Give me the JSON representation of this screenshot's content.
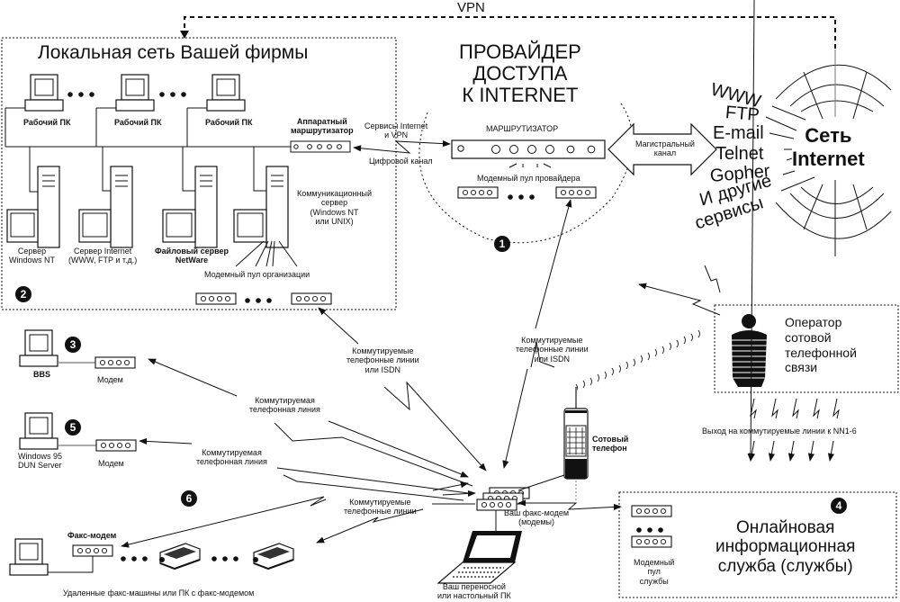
{
  "vpn_label": "VPN",
  "local_network": {
    "title": "Локальная сеть Вашей фирмы",
    "badge": "2",
    "workstations": [
      "Рабочий ПК",
      "Рабочий ПК",
      "Рабочий ПК"
    ],
    "hardware_router": [
      "Аппаратный",
      "маршрутизатор"
    ],
    "servers": [
      {
        "lines": [
          "Сервер",
          "Windows NT"
        ]
      },
      {
        "lines": [
          "Сервер Internet",
          "(WWW, FTP и т.д.)"
        ]
      },
      {
        "lines": [
          "Файловый сервер",
          "NetWare"
        ]
      }
    ],
    "comm_server": [
      "Коммуникационный",
      "сервер",
      "(Windows NT",
      "или UNIX)"
    ],
    "modem_pool": "Модемный пул организации"
  },
  "link_internet_vpn": {
    "top": [
      "Сервисы Internet",
      "и VPN"
    ],
    "bottom": "Цифровой канал"
  },
  "provider": {
    "title": [
      "ПРОВАЙДЕР",
      "ДОСТУПА",
      "К INTERNET"
    ],
    "badge": "1",
    "router": "МАРШРУТИЗАТОР",
    "modem_pool": "Модемный пул провайдера"
  },
  "backbone": [
    "Магистральный",
    "канал"
  ],
  "internet": {
    "services": [
      "WWW",
      "FTP",
      "E-mail",
      "Telnet",
      "Gopher",
      "И другие",
      "сервисы"
    ],
    "title": [
      "Сеть",
      "Internet"
    ]
  },
  "cell_operator": {
    "title": [
      "Оператор",
      "сотовой",
      "телефонной",
      "связи"
    ],
    "exit": "Выход на коммутируемые линии к NN1-6"
  },
  "cell_phone": [
    "Сотовый",
    "телефон"
  ],
  "links": {
    "to_local": [
      "Коммутируемые",
      "телефонные линии",
      "или ISDN"
    ],
    "to_provider": [
      "Коммутируемые",
      "телефонные линии",
      "или ISDN"
    ],
    "to_bbs": [
      "Коммутируемая",
      "телефонная линия"
    ],
    "to_win95": [
      "Коммутируемая",
      "телефонная линия"
    ],
    "to_fax": [
      "Коммутируемые",
      "телефонные линии"
    ]
  },
  "bbs": {
    "badge": "3",
    "pc": "BBS",
    "modem": "Модем"
  },
  "win95": {
    "badge": "5",
    "pc": [
      "Windows 95",
      "DUN Server"
    ],
    "modem": "Модем"
  },
  "fax": {
    "badge": "6",
    "modem": "Факс-модем",
    "caption": "Удаленные факс-машины или ПК с факс-модемом"
  },
  "your_modem": [
    "Ваш факс-модем",
    "(модемы)"
  ],
  "your_pc": [
    "Ваш переносной",
    "или настольный ПК"
  ],
  "online_service": {
    "badge": "4",
    "title": [
      "Онлайновая",
      "информационная",
      "служба (службы)"
    ],
    "modem_pool": [
      "Модемный",
      "пул",
      "службы"
    ]
  }
}
